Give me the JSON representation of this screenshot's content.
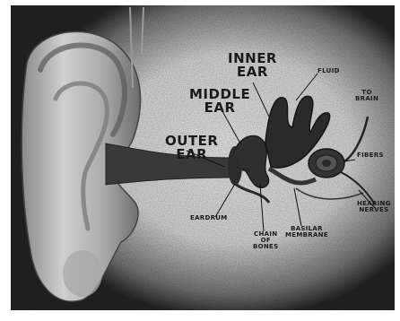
{
  "diagram": {
    "labels": {
      "inner_ear": [
        "INNER",
        "EAR"
      ],
      "middle_ear": [
        "MIDDLE",
        "EAR"
      ],
      "outer_ear": [
        "OUTER",
        "EAR"
      ],
      "fluid": [
        "FLUID"
      ],
      "to_brain": [
        "TO",
        "BRAIN"
      ],
      "fibers": [
        "FIBERS"
      ],
      "hearing_nerves": [
        "HEARING",
        "NERVES"
      ],
      "eardrum": [
        "EARDRUM"
      ],
      "chain_of_bones": [
        "CHAIN",
        "OF",
        "BONES"
      ],
      "basilar_membrane": [
        "BASILAR",
        "MEMBRANE"
      ]
    },
    "colors": {
      "frame": "#1e1e1e",
      "glow": "#e9e9e9",
      "tissue": "#3a3a3a",
      "ear_skin": "#b9b9b9"
    }
  }
}
